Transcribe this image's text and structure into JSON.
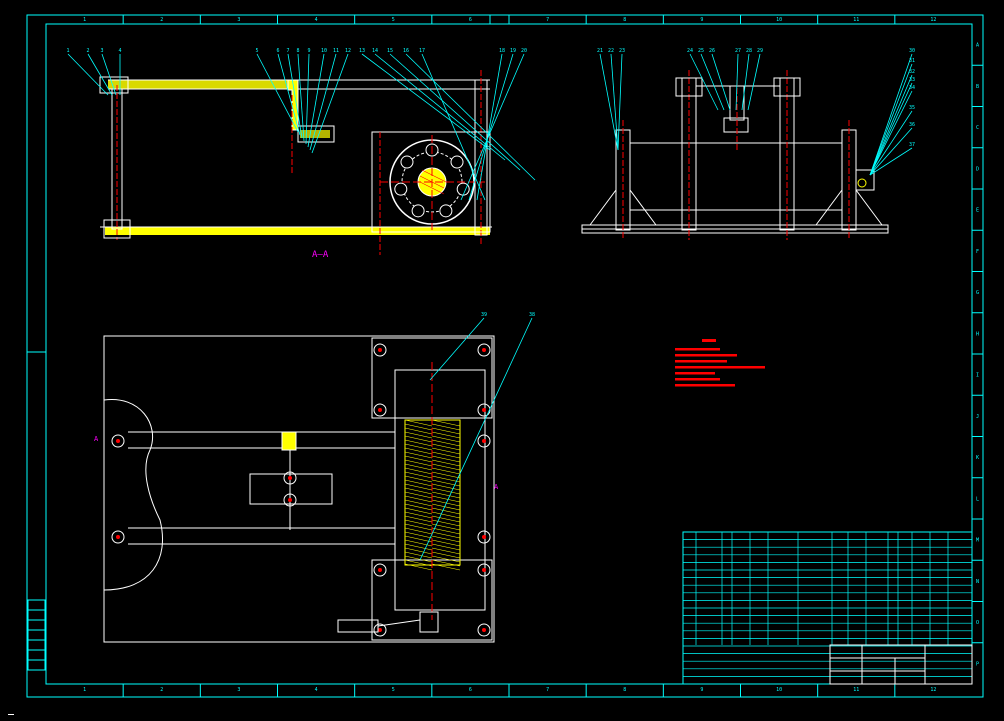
{
  "frame": {
    "columns": [
      "1",
      "2",
      "3",
      "4",
      "5",
      "6",
      "7",
      "8",
      "9",
      "10",
      "11",
      "12"
    ],
    "rows": [
      "A",
      "B",
      "C",
      "D",
      "E",
      "F",
      "G",
      "H",
      "I",
      "J",
      "K",
      "L",
      "M",
      "N",
      "O",
      "P"
    ]
  },
  "views": {
    "section_label": "A–A",
    "section_marker_left": "A",
    "section_marker_right": "A"
  },
  "balloons": {
    "front": [
      "1",
      "2",
      "3",
      "4",
      "5",
      "6",
      "7",
      "8",
      "9",
      "10",
      "11",
      "12",
      "13",
      "14",
      "15",
      "16",
      "17",
      "18",
      "19",
      "20"
    ],
    "side": [
      "21",
      "22",
      "23",
      "24",
      "25",
      "26",
      "27",
      "28",
      "29",
      "30",
      "31",
      "32",
      "33",
      "34",
      "35",
      "36",
      "37"
    ],
    "plan": [
      "39",
      "38"
    ]
  },
  "colors": {
    "frame": "#00ffff",
    "outline": "#ffffff",
    "highlight": "#ffff00",
    "leader": "#00ffff",
    "center": "#ff0000",
    "notes": "#ff0000",
    "text": "#00ff00",
    "magenta": "#ff00ff"
  }
}
